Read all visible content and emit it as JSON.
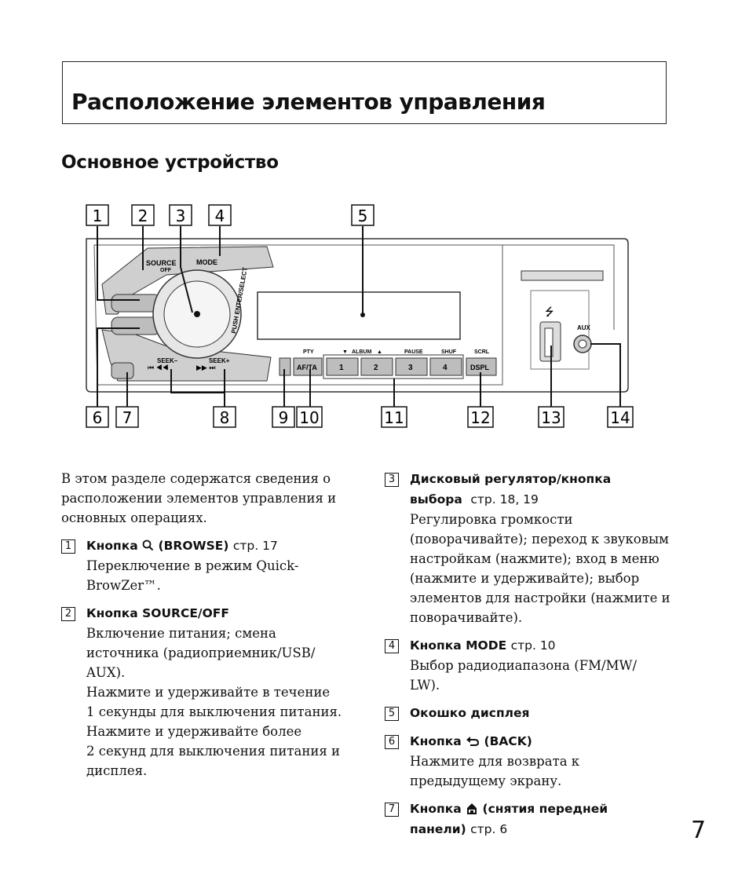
{
  "title": "Расположение элементов управления",
  "subtitle": "Основное устройство",
  "diagram": {
    "callouts": [
      "1",
      "2",
      "3",
      "4",
      "5",
      "6",
      "7",
      "8",
      "9",
      "10",
      "11",
      "12",
      "13",
      "14"
    ],
    "labels": {
      "source": "SOURCE",
      "off": "OFF",
      "mode": "MODE",
      "push": "PUSH ENTER/SELECT",
      "seek_minus": "SEEK–",
      "seek_plus": "SEEK+",
      "pty": "PTY",
      "af_ta": "AF/TA",
      "album": "ALBUM",
      "pause": "PAUSE",
      "shuf": "SHUF",
      "scrl": "SCRL",
      "dspl": "DSPL",
      "aux": "AUX",
      "b1": "1",
      "b2": "2",
      "b3": "3",
      "b4": "4"
    }
  },
  "intro": [
    "В этом разделе содержатся сведения о",
    "расположении элементов управления и",
    "основных операциях."
  ],
  "items": {
    "i1": {
      "num": "1",
      "head_a": "Кнопка ",
      "head_b": " (BROWSE) ",
      "ref": "стр. 17",
      "body": [
        "Переключение в режим Quick-",
        "BrowZer™."
      ]
    },
    "i2": {
      "num": "2",
      "head": "Кнопка SOURCE/OFF",
      "body": [
        "Включение питания; смена",
        "источника (радиоприемник/USB/",
        "AUX).",
        "Нажмите и удерживайте в течение",
        "1 секунды для выключения питания.",
        "Нажмите и удерживайте более",
        "2 секунд для выключения питания и",
        "дисплея."
      ]
    },
    "i3": {
      "num": "3",
      "head1": "Дисковый регулятор/кнопка",
      "head2": "выбора",
      "ref": "стр. 18, 19",
      "body": [
        "Регулировка громкости",
        "(поворачивайте); переход к звуковым",
        "настройкам (нажмите); вход в меню",
        "(нажмите и удерживайте); выбор",
        "элементов для настройки (нажмите и",
        "поворачивайте)."
      ]
    },
    "i4": {
      "num": "4",
      "head": "Кнопка MODE ",
      "ref": "стр. 10",
      "body": [
        "Выбор радиодиапазона (FM/MW/",
        "LW)."
      ]
    },
    "i5": {
      "num": "5",
      "head": "Окошко дисплея"
    },
    "i6": {
      "num": "6",
      "head_a": "Кнопка ",
      "head_b": " (BACK)",
      "body": [
        "Нажмите для возврата к",
        "предыдущему экрану."
      ]
    },
    "i7": {
      "num": "7",
      "head_a": "Кнопка ",
      "head_b": " (снятия передней",
      "head2": "панели) ",
      "ref": "стр. 6"
    }
  },
  "page_number": "7"
}
